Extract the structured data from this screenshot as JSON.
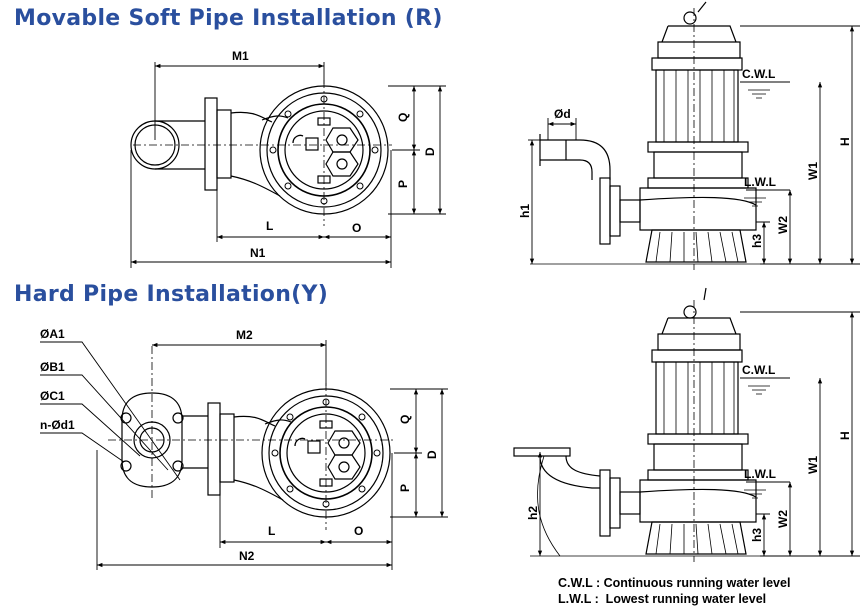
{
  "titles": {
    "soft": "Movable Soft Pipe Installation (R)",
    "hard": "Hard Pipe Installation(Y)"
  },
  "soft_labels": {
    "m1": "M1",
    "l": "L",
    "o": "O",
    "n1": "N1",
    "q": "Q",
    "p": "P",
    "d": "D"
  },
  "hard_labels": {
    "m2": "M2",
    "l": "L",
    "o": "O",
    "n2": "N2",
    "q": "Q",
    "p": "P",
    "d": "D",
    "a1": "ØA1",
    "b1": "ØB1",
    "c1": "ØC1",
    "nd1": "n-Ød1"
  },
  "side_soft_labels": {
    "od": "Ød",
    "cwl": "C.W.L",
    "lwl": "L.W.L",
    "h": "H",
    "w1": "W1",
    "w2": "W2",
    "h3": "h3",
    "h1": "h1"
  },
  "side_hard_labels": {
    "cwl": "C.W.L",
    "lwl": "L.W.L",
    "h": "H",
    "w1": "W1",
    "w2": "W2",
    "h3": "h3",
    "h2": "h2"
  },
  "legend": {
    "cwl": "C.W.L : Continuous running water level",
    "lwl": "L.W.L :  Lowest running water level"
  },
  "colors": {
    "title": "#2a4f9e",
    "line": "#000000"
  }
}
